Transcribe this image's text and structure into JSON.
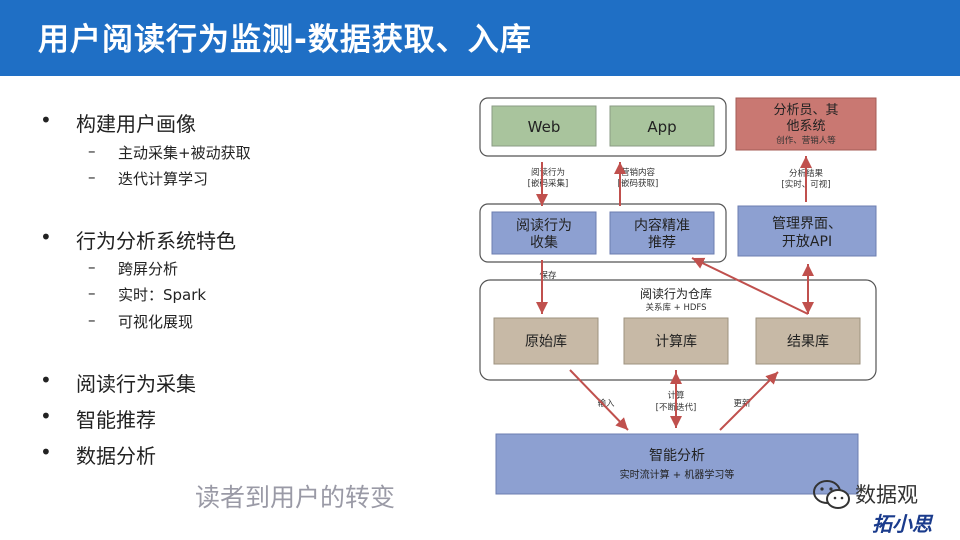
{
  "title": "用户阅读行为监测-数据获取、入库",
  "bullets": [
    {
      "text": "构建用户画像",
      "subs": [
        "主动采集+被动获取",
        "迭代计算学习"
      ]
    },
    {
      "text": "行为分析系统特色",
      "subs": [
        "跨屏分析",
        "实时：Spark",
        "可视化展现"
      ]
    },
    {
      "text": "阅读行为采集"
    },
    {
      "text": "智能推荐"
    },
    {
      "text": "数据分析"
    }
  ],
  "caption": "读者到用户的转变",
  "diagram": {
    "web": "Web",
    "app": "App",
    "analyst_line1": "分析员、其",
    "analyst_line2": "他系统",
    "analyst_sub": "创作、营销人等",
    "collect_label_line1": "阅读行为",
    "collect_label_line2": "[嵌码采集]",
    "marketing_label_line1": "营销内容",
    "marketing_label_line2": "[嵌码获取]",
    "result_label_line1": "分析结果",
    "result_label_line2": "[实时、可视]",
    "reading_collect_line1": "阅读行为",
    "reading_collect_line2": "收集",
    "content_rec_line1": "内容精准",
    "content_rec_line2": "推荐",
    "mgmt_line1": "管理界面、",
    "mgmt_line2": "开放API",
    "save_label": "保存",
    "warehouse_title": "阅读行为仓库",
    "warehouse_sub": "关系库 + HDFS",
    "raw_db": "原始库",
    "compute_db": "计算库",
    "result_db": "结果库",
    "input_label": "输入",
    "compute_label_line1": "计算",
    "compute_label_line2": "[不断迭代]",
    "update_label": "更新",
    "ai_title": "智能分析",
    "ai_sub": "实时流计算 + 机器学习等"
  },
  "watermark": {
    "icon": "wechat-icon",
    "text": "数据观",
    "signature": "拓小思"
  },
  "colors": {
    "header": "#1f6fc5",
    "green_box": "#a9c49d",
    "red_box": "#c97872",
    "blue_box": "#8da0d1",
    "tan_box": "#c7b9a6",
    "arrow": "#c0504d"
  }
}
